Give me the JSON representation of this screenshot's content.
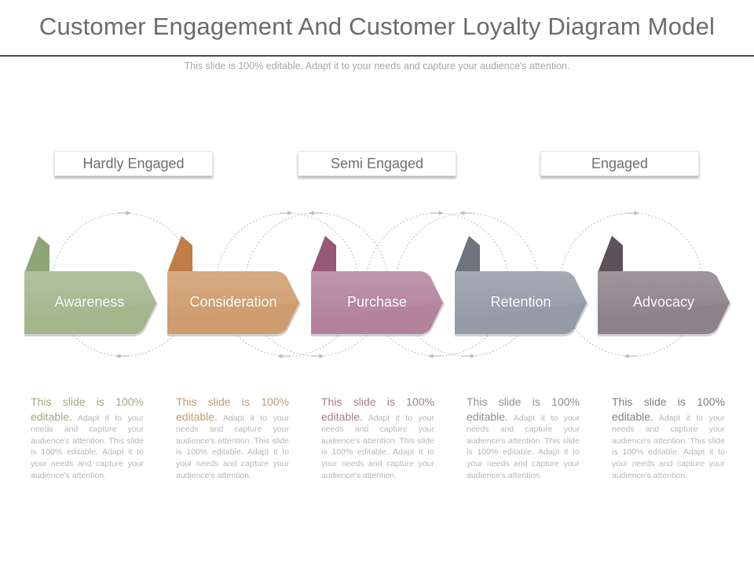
{
  "title": "Customer Engagement And Customer Loyalty Diagram Model",
  "subtitle": "This slide is 100% editable. Adapt it to your needs and capture your audience's attention.",
  "levels": [
    {
      "label": "Hardly Engaged"
    },
    {
      "label": "Semi Engaged"
    },
    {
      "label": "Engaged"
    }
  ],
  "stages": [
    {
      "label": "Awareness",
      "color": "#a3b68c",
      "tab_color": "#8fa477",
      "text_color": "#9aab7d",
      "lead": "This slide is 100% editable.",
      "body": "Adapt it to your needs and capture your audience's attention. This slide is 100% editable. Adapt it to your needs and capture your audience's attention."
    },
    {
      "label": "Consideration",
      "color": "#cf9c6d",
      "tab_color": "#c07d45",
      "text_color": "#c39b74",
      "lead": "This slide is 100% editable.",
      "body": "Adapt it to your needs and capture your audience's attention. This slide is 100% editable. Adapt it to your needs and capture your audience's attention."
    },
    {
      "label": "Purchase",
      "color": "#b3839a",
      "tab_color": "#965a76",
      "text_color": "#a77d91",
      "lead": "This slide is 100% editable.",
      "body": "Adapt it to your needs and capture your audience's attention. This slide is 100% editable. Adapt it to your needs and capture your audience's attention."
    },
    {
      "label": "Retention",
      "color": "#949ba7",
      "tab_color": "#6f737d",
      "text_color": "#8a909a",
      "lead": "This slide is 100% editable.",
      "body": "Adapt it to your needs and capture your audience's attention. This slide is 100% editable. Adapt it to your needs and capture your audience's attention."
    },
    {
      "label": "Advocacy",
      "color": "#8d8289",
      "tab_color": "#5e5259",
      "text_color": "#857b82",
      "lead": "This slide is 100% editable.",
      "body": "Adapt it to your needs and capture your audience's attention. This slide is 100% editable. Adapt it to your needs and capture your audience's attention."
    }
  ]
}
